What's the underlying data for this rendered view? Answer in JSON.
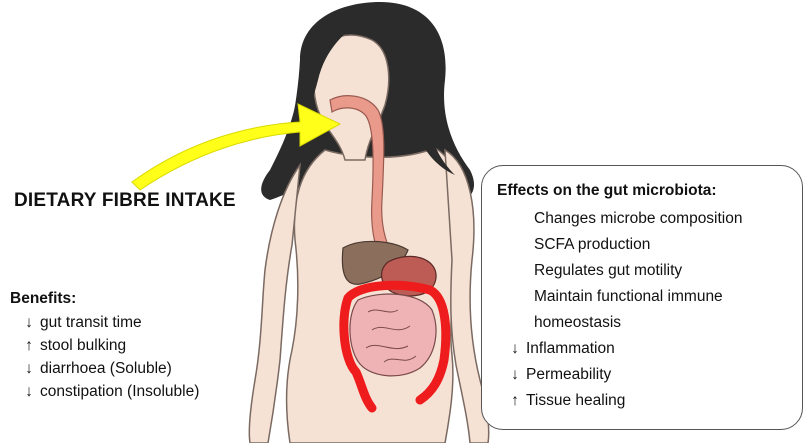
{
  "intake_label": "DIETARY FIBRE INTAKE",
  "benefits": {
    "title": "Benefits:",
    "items": [
      {
        "arrow": "↓",
        "text": "gut transit time"
      },
      {
        "arrow": "↑",
        "text": "stool bulking"
      },
      {
        "arrow": "↓",
        "text": "diarrhoea (Soluble)"
      },
      {
        "arrow": "↓",
        "text": "constipation (Insoluble)"
      }
    ]
  },
  "effects": {
    "title": "Effects on the gut microbiota:",
    "items": [
      "Changes microbe composition",
      "SCFA production",
      "Regulates gut motility",
      "Maintain functional immune",
      "homeostasis"
    ],
    "arrow_items": [
      {
        "arrow": "↓",
        "text": "Inflammation"
      },
      {
        "arrow": "↓",
        "text": "Permeability"
      },
      {
        "arrow": "↑",
        "text": "Tissue healing"
      }
    ]
  },
  "colors": {
    "hair": "#2b2b2b",
    "skin": "#f6e2d5",
    "arrow": "#ffff1a",
    "colon": "#ee1c1c",
    "intestine": "#efb3b5",
    "liver": "#8c6e5c",
    "stomach": "#bd5b55",
    "esophagus": "#e99a8a"
  }
}
